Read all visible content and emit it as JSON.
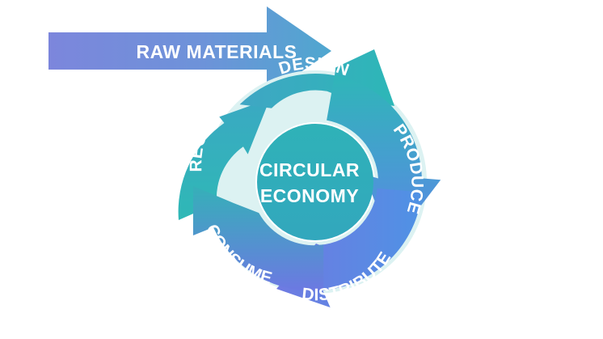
{
  "diagram": {
    "input_label": "RAW MATERIALS",
    "center": {
      "line1": "CIRCULAR",
      "line2": "ECONOMY"
    },
    "stages": [
      {
        "key": "design",
        "label": "DESIGN"
      },
      {
        "key": "produce",
        "label": "PRODUCE"
      },
      {
        "key": "distribute",
        "label": "DISTRIBUTE"
      },
      {
        "key": "consume",
        "label": "CONSUME"
      },
      {
        "key": "recycle",
        "label": "RECYCLE"
      }
    ],
    "colors": {
      "teal": "#2fb5b8",
      "blue": "#5a86e6",
      "violet": "#7b76e0",
      "ring_light": "#dcf2f2",
      "text": "#ffffff"
    }
  }
}
